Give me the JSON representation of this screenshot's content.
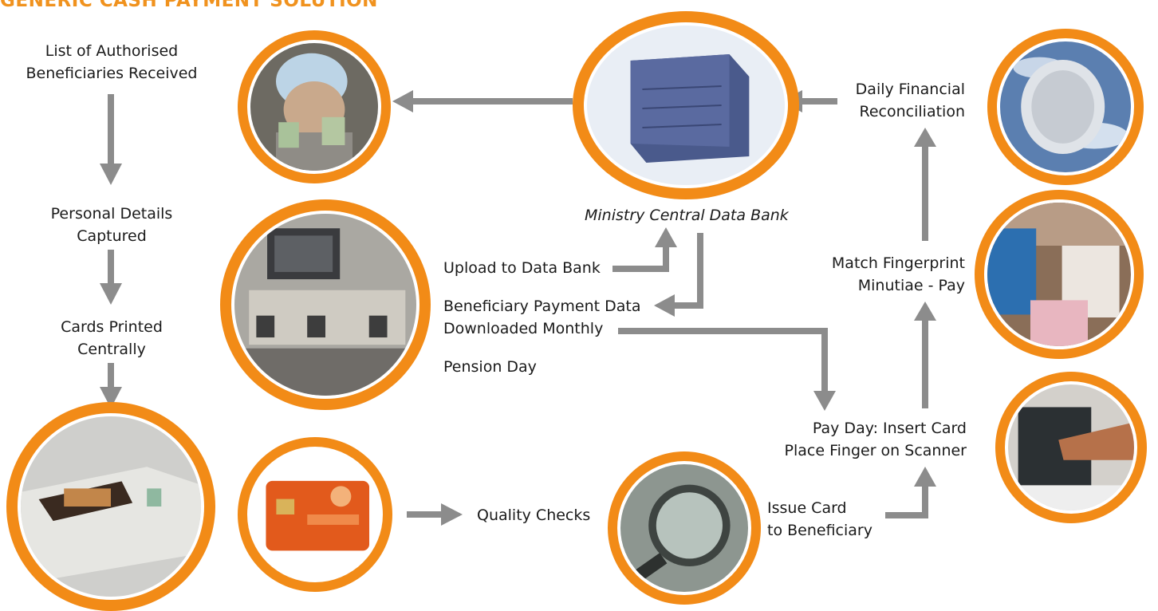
{
  "title": "GENERIC CASH PAYMENT SOLUTION",
  "colors": {
    "accent": "#f28b17",
    "arrow": "#8c8c8c",
    "title": "#f0921e"
  },
  "labels": {
    "list_received_1": "List of Authorised",
    "list_received_2": "Beneficiaries Received",
    "personal_details_1": "Personal Details",
    "personal_details_2": "Captured",
    "cards_printed_1": "Cards Printed",
    "cards_printed_2": "Centrally",
    "data_bank": "Ministry Central Data Bank",
    "upload": "Upload to Data Bank",
    "payment_data_1": "Beneficiary Payment Data",
    "payment_data_2": "Downloaded Monthly",
    "pension_day": "Pension Day",
    "daily_recon_1": "Daily Financial",
    "daily_recon_2": "Reconciliation",
    "match_1": "Match Fingerprint",
    "match_2": "Minutiae - Pay",
    "pay_day_1": "Pay Day: Insert Card",
    "pay_day_2": "Place Finger on Scanner",
    "quality": "Quality Checks",
    "issue_1": "Issue Card",
    "issue_2": "to Beneficiary"
  },
  "images": {
    "beneficiary": "elderly-beneficiary-with-cash-photo",
    "server": "data-bank-server-photo",
    "satellite": "satellite-dish-photo",
    "capture_kit": "enrolment-terminal-photo",
    "payment_point": "payment-point-photo",
    "card_printer": "card-printer-photo",
    "card": "pension-card-photo",
    "magnifier": "magnifying-glass-photo",
    "scanner": "fingerprint-scanner-photo"
  }
}
